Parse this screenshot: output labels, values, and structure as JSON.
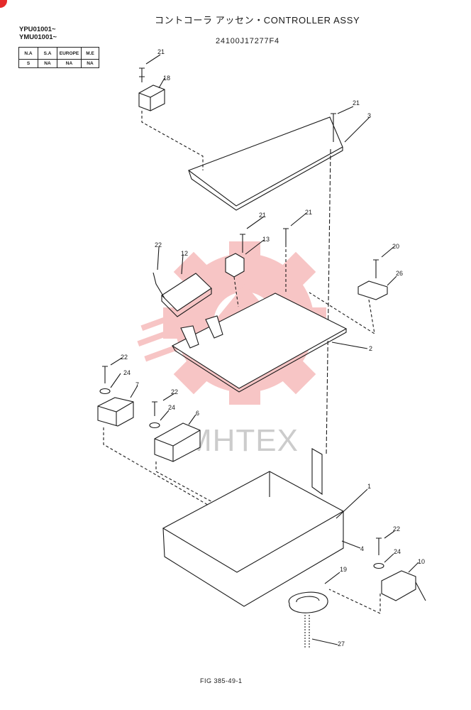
{
  "header": {
    "title": "コントコーラ アッセン・CONTROLLER ASSY",
    "part_number": "24100J17277F4"
  },
  "serials": [
    "YPU01001~",
    "YMU01001~"
  ],
  "regions": {
    "headers": [
      "N.A",
      "S.A",
      "EUROPE",
      "M.E"
    ],
    "values": [
      "S",
      "NA",
      "NA",
      "NA"
    ]
  },
  "callouts": [
    "21",
    "18",
    "21",
    "3",
    "21",
    "21",
    "13",
    "22",
    "12",
    "20",
    "26",
    "2",
    "22",
    "24",
    "7",
    "22",
    "24",
    "6",
    "1",
    "4",
    "22",
    "24",
    "10",
    "19",
    "27"
  ],
  "watermark": "MHTEX",
  "figure_caption": "FIG 385-49-1",
  "colors": {
    "ink": "#1a1a1a",
    "watermark": "#f7c5c5",
    "corner_badge": "#e52a2a"
  }
}
